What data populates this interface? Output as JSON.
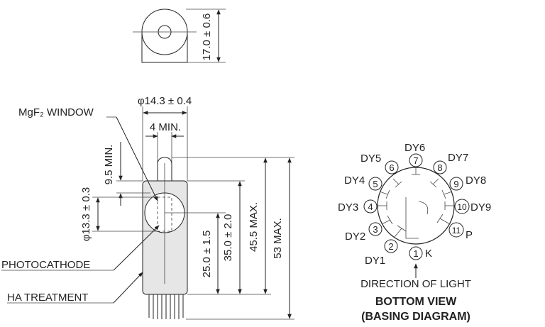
{
  "side_view": {
    "dim_window_dia": "φ14.3 ± 0.4",
    "dim_min_gap": "4 MIN.",
    "dim_9_5_min": "9.5 MIN.",
    "dim_photocathode_dia": "φ13.3 ± 0.3",
    "dim_25": "25.0 ± 1.5",
    "dim_35": "35.0 ± 2.0",
    "dim_45_5": "45.5 MAX.",
    "dim_53": "53 MAX.",
    "label_window": "MgF₂ WINDOW",
    "label_photocathode": "PHOTOCATHODE",
    "label_ha": "HA TREATMENT"
  },
  "top_view": {
    "dim_17": "17.0 ± 0.6"
  },
  "basing": {
    "pins": [
      {
        "num": "1",
        "label": "K"
      },
      {
        "num": "2",
        "label": "DY1"
      },
      {
        "num": "3",
        "label": "DY2"
      },
      {
        "num": "4",
        "label": "DY3"
      },
      {
        "num": "5",
        "label": "DY4"
      },
      {
        "num": "6",
        "label": "DY5"
      },
      {
        "num": "7",
        "label": "DY6"
      },
      {
        "num": "8",
        "label": "DY7"
      },
      {
        "num": "9",
        "label": "DY8"
      },
      {
        "num": "10",
        "label": "DY9"
      },
      {
        "num": "11",
        "label": "P"
      }
    ],
    "direction_label": "DIRECTION OF LIGHT",
    "title_line1": "BOTTOM VIEW",
    "title_line2": "(BASING DIAGRAM)"
  }
}
